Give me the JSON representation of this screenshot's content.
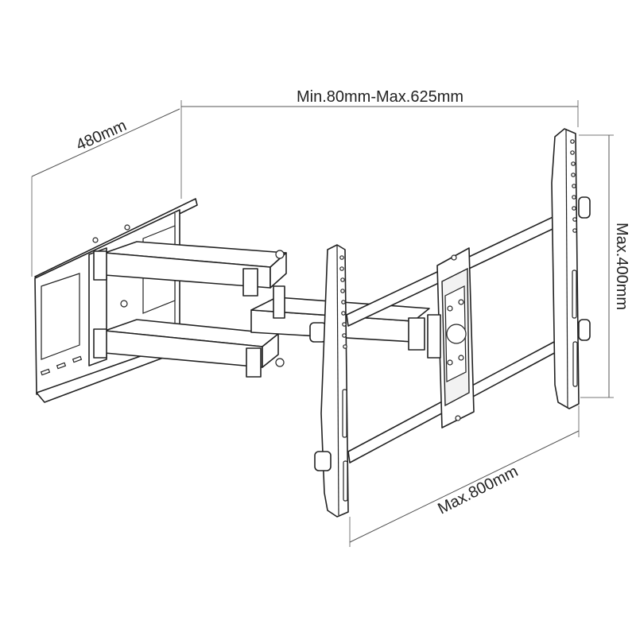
{
  "dimensions": {
    "arm_extension": "Min.80mm-Max.625mm",
    "wall_plate_width": "480mm",
    "vertical_span": "Max.400mm",
    "horizontal_span": "Max.800mm"
  },
  "colors": {
    "line": "#222222",
    "dimension": "#555555",
    "background": "#ffffff"
  }
}
